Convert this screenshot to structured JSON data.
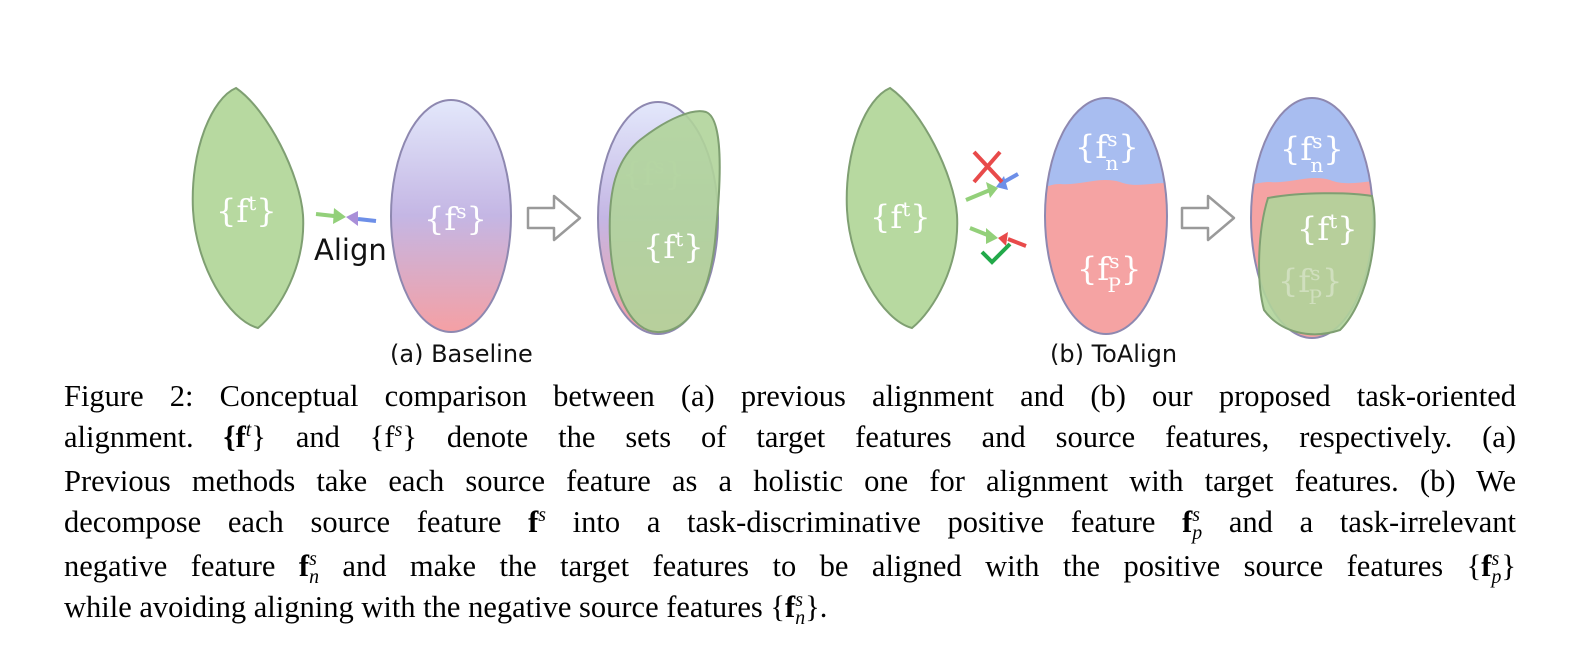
{
  "figure": {
    "colors": {
      "target_green": "#b7d9a0",
      "target_green_stroke": "#7f9f72",
      "source_blue": "#a8bdf0",
      "source_red": "#f5a3a3",
      "source_lilac_top": "#dfe5fb",
      "arrow_green": "#93d07a",
      "arrow_blue": "#6d8fe8",
      "arrow_purple": "#a98fd8",
      "cross_red": "#e84a4a",
      "check_green": "#22a94a"
    },
    "panel_a": {
      "target_label": "{f",
      "target_sup": "t",
      "source_label": "{f",
      "source_sup": "s",
      "align_text": "Align",
      "caption": "(a) Baseline"
    },
    "panel_b": {
      "neg_label": "{f",
      "neg_sup": "s",
      "neg_sub": "n",
      "pos_label": "{f",
      "pos_sup": "s",
      "pos_sub": "P",
      "caption": "(b) ToAlign"
    },
    "icons": [
      "arrow-right-outline-icon",
      "cross-icon",
      "check-icon"
    ]
  },
  "caption": {
    "l1": "Figure 2: Conceptual comparison between (a) previous alignment and (b) our proposed task-oriented",
    "l2_a": "alignment.",
    "l2_b": "{f",
    "l2_c": "t",
    "l2_d": "} and {f",
    "l2_e": "s",
    "l2_f": "} denote the sets of target features and source features, respectively. (a)",
    "l3": "Previous methods take each source feature as a holistic one for alignment with target features. (b) We",
    "l4_a": "decompose each source feature ",
    "l4_b": "f",
    "l4_c": "s",
    "l4_d": " into a task-discriminative positive feature ",
    "l4_e": "f",
    "l4_f": "s",
    "l4_g": "p",
    "l4_h": " and a task-irrelevant",
    "l5_a": "negative feature ",
    "l5_b": "f",
    "l5_c": "s",
    "l5_d": "n",
    "l5_e": " and make the target features to be aligned with the positive source features {",
    "l5_f": "f",
    "l5_g": "s",
    "l5_h": "p",
    "l5_i": "}",
    "l6_a": "while avoiding aligning with the negative source features {",
    "l6_b": "f",
    "l6_c": "s",
    "l6_d": "n",
    "l6_e": "}."
  }
}
